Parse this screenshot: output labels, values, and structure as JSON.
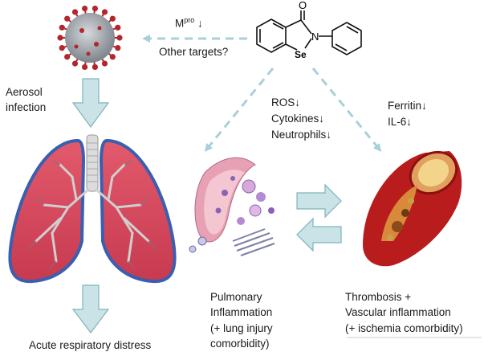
{
  "colors": {
    "arrow_dashed": "#a8d0d8",
    "arrow_block_fill": "#c9e3e6",
    "arrow_block_stroke": "#7fb3bb",
    "lung_fill": "#d9455a",
    "lung_outline": "#3a5fb0",
    "lung_airway": "#c8c8c8",
    "virus_body": "#9aa0a6",
    "virus_spike": "#b3262c",
    "vessel_outer": "#b91c1c",
    "vessel_inner": "#f2b36b",
    "clot": "#8a4a1a",
    "cell_pink": "#e8a0b4",
    "cell_purple": "#8a62b5"
  },
  "labels": {
    "mpro_main": "M",
    "mpro_sup": "pro",
    "mpro_arrow": " ↓",
    "other_targets": "Other targets?",
    "aerosol_line1": "Aerosol",
    "aerosol_line2": "infection",
    "ros": "ROS↓",
    "cytokines": "Cytokines↓",
    "neutrophils": "Neutrophils↓",
    "ferritin": "Ferritin↓",
    "il6": "IL-6↓",
    "pulm_line1": "Pulmonary",
    "pulm_line2": "Inflammation",
    "pulm_line3": "(+ lung injury",
    "pulm_line4": "comorbidity)",
    "thromb_line1": "Thrombosis +",
    "thromb_line2": "Vascular inflammation",
    "thromb_line3": "(+ ischemia comorbidity)",
    "distress": "Acute respiratory distress",
    "mol_o": "O",
    "mol_n": "N",
    "mol_se": "Se"
  },
  "icons": [
    "virus-icon",
    "lungs-icon",
    "ebselen-molecule-icon",
    "pulmonary-cells-icon",
    "blood-vessel-icon"
  ]
}
